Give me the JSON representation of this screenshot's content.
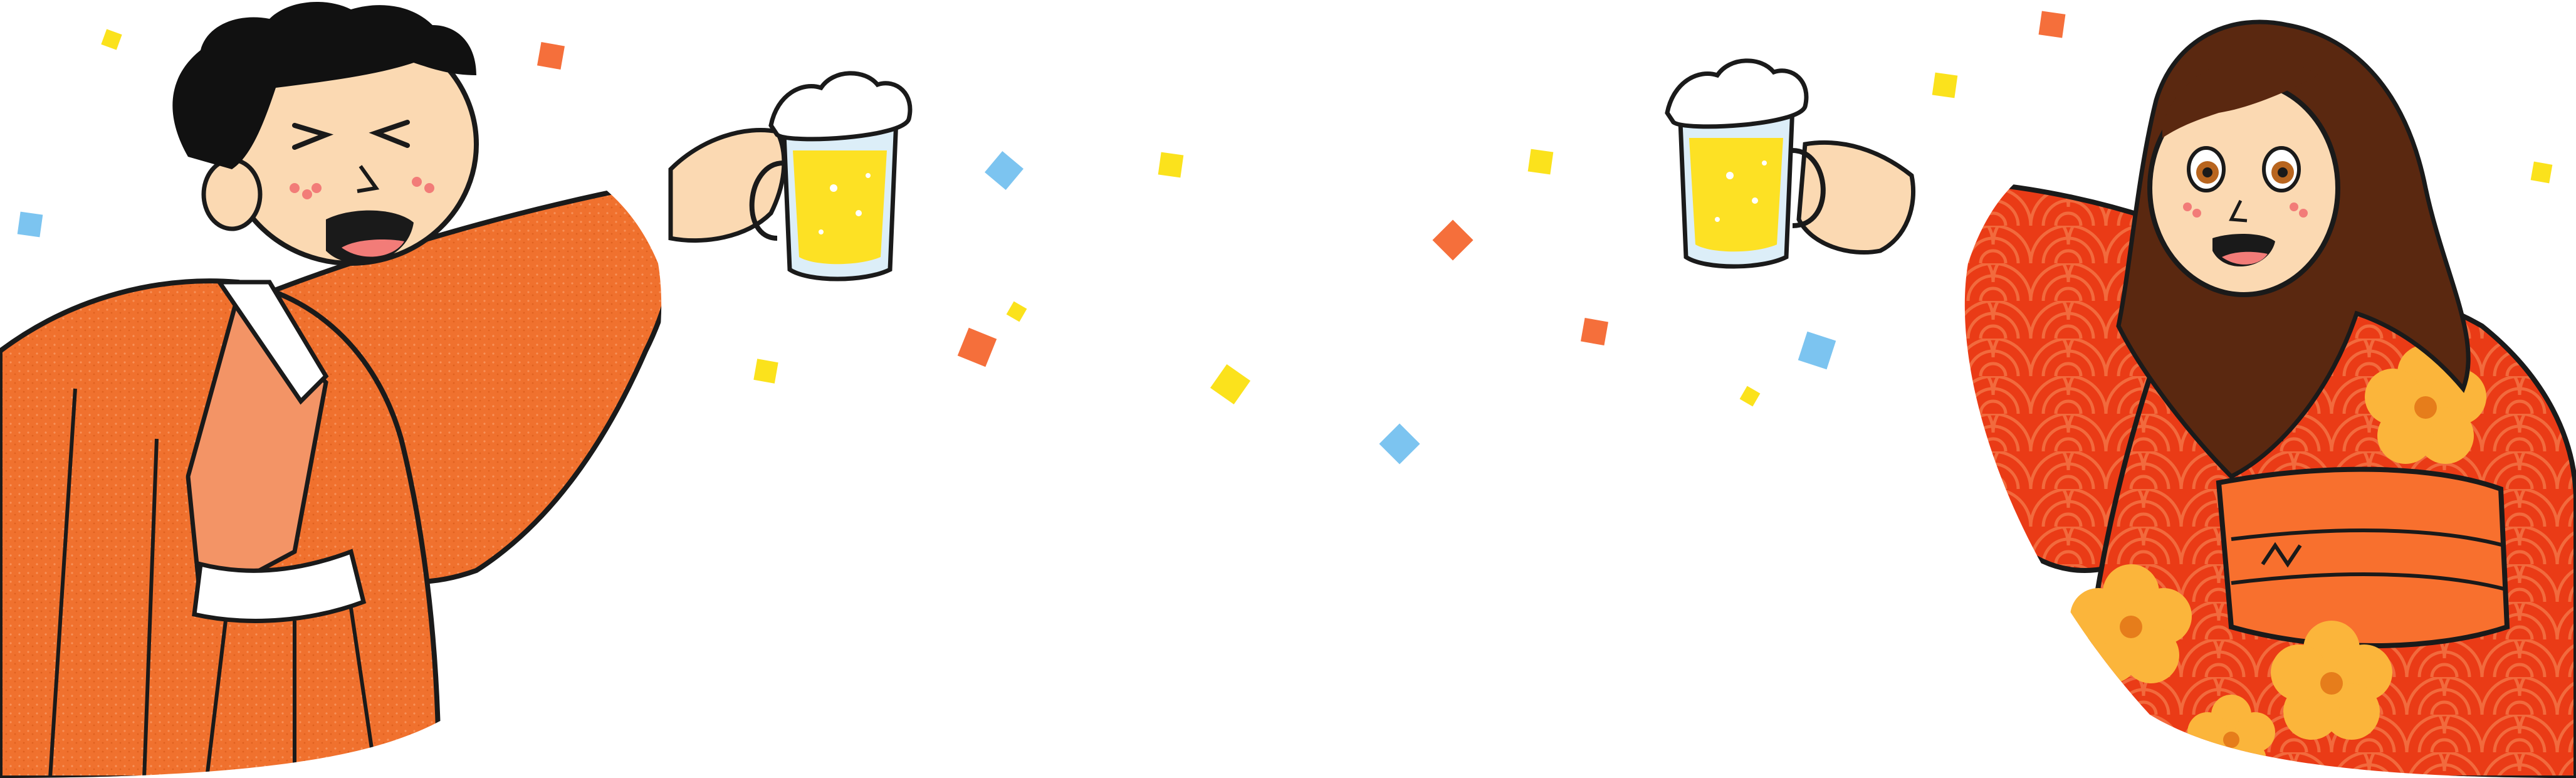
{
  "scene": {
    "left_figure": "man-in-orange-hakama-toasting-with-beer",
    "right_figure": "woman-in-red-furisode-kimono-toasting-with-beer",
    "items": [
      "beer-mug",
      "beer-mug",
      "confetti"
    ]
  },
  "colors": {
    "background": "#ffffff",
    "outline": "#1a1a1a",
    "skin": "#fbd9b2",
    "blush": "#f27c78",
    "hair_man": "#111111",
    "hair_woman": "#5a2810",
    "hakama_orange": "#f0712e",
    "hakama_light": "#f39466",
    "kimono_red": "#ea3b16",
    "kimono_pattern": "#f8744b",
    "obi_orange": "#f8702e",
    "flower_yellow": "#fbb53b",
    "flower_center": "#e67d1b",
    "beer": "#fde124",
    "beer_foam": "#ffffff",
    "mug_glass": "#dceef8",
    "confetti_orange": "#f56f3b",
    "confetti_yellow": "#fbe21c",
    "confetti_blue": "#7cc4f0"
  }
}
